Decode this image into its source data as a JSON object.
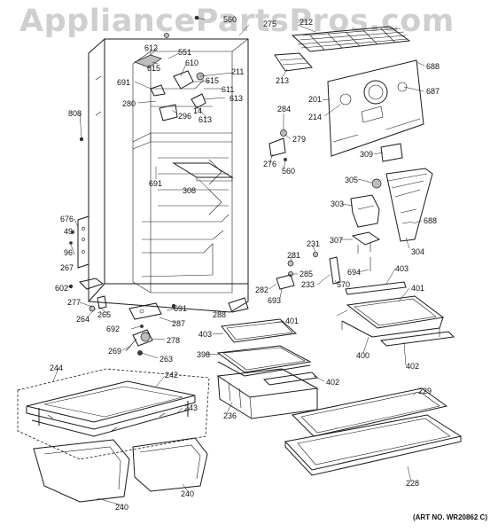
{
  "watermark": "AppliancePartsPros.com",
  "art_number": "(ART NO. WR20862 C)",
  "callouts": {
    "c560a": "560",
    "c275": "275",
    "c212": "212",
    "c612": "612",
    "c551": "551",
    "c615a": "615",
    "c610": "610",
    "c211": "211",
    "c615b": "615",
    "c691a": "691",
    "c611": "611",
    "c613a": "613",
    "c213": "213",
    "c688a": "688",
    "c687": "687",
    "c201": "201",
    "c280": "280",
    "c14": "14",
    "c296": "296",
    "c613b": "613",
    "c214": "214",
    "c808": "808",
    "c284": "284",
    "c279": "279",
    "c276": "276",
    "c560b": "560",
    "c309": "309",
    "c691b": "691",
    "c305": "305",
    "c308": "308",
    "c676": "676",
    "c303": "303",
    "c688b": "688",
    "c49": "49",
    "c96": "96",
    "c231": "231",
    "c307": "307",
    "c304": "304",
    "c267": "267",
    "c281": "281",
    "c285": "285",
    "c694": "694",
    "c403a": "403",
    "c602": "602",
    "c233": "233",
    "c570": "570",
    "c282": "282",
    "c693": "693",
    "c401a": "401",
    "c277": "277",
    "c691c": "691",
    "c288": "288",
    "c264": "264",
    "c265": "265",
    "c287": "287",
    "c401b": "401",
    "c692": "692",
    "c403b": "403",
    "c400": "400",
    "c278": "278",
    "c269": "269",
    "c398": "398",
    "c263": "263",
    "c402a": "402",
    "c402b": "402",
    "c244": "244",
    "c242": "242",
    "c236": "236",
    "c229": "229",
    "c243": "243",
    "c240a": "240",
    "c240b": "240",
    "c228": "228"
  }
}
